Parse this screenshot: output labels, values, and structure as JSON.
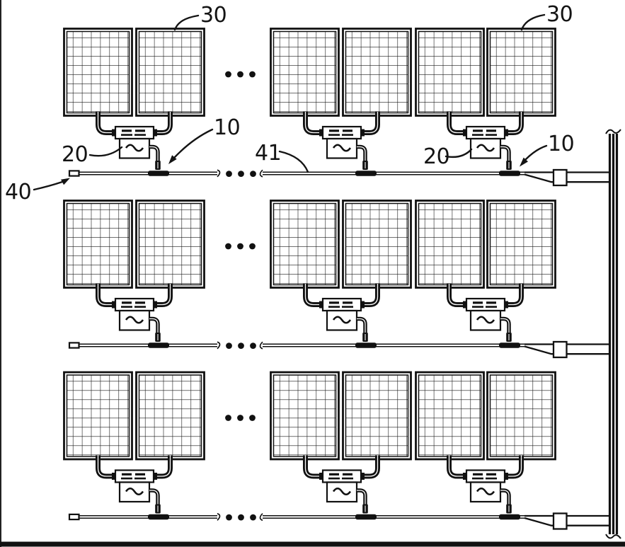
{
  "figure": {
    "kind": "patent-style-wiring-diagram",
    "background": "#ffffff",
    "ink": "#141414"
  },
  "labels": {
    "module_left": "30",
    "module_right": "30",
    "branch_connector_left": "10",
    "branch_connector_right": "10",
    "inverter_left": "20",
    "inverter_right": "20",
    "trunk_end_cap": "40",
    "trunk_cable": "41"
  }
}
